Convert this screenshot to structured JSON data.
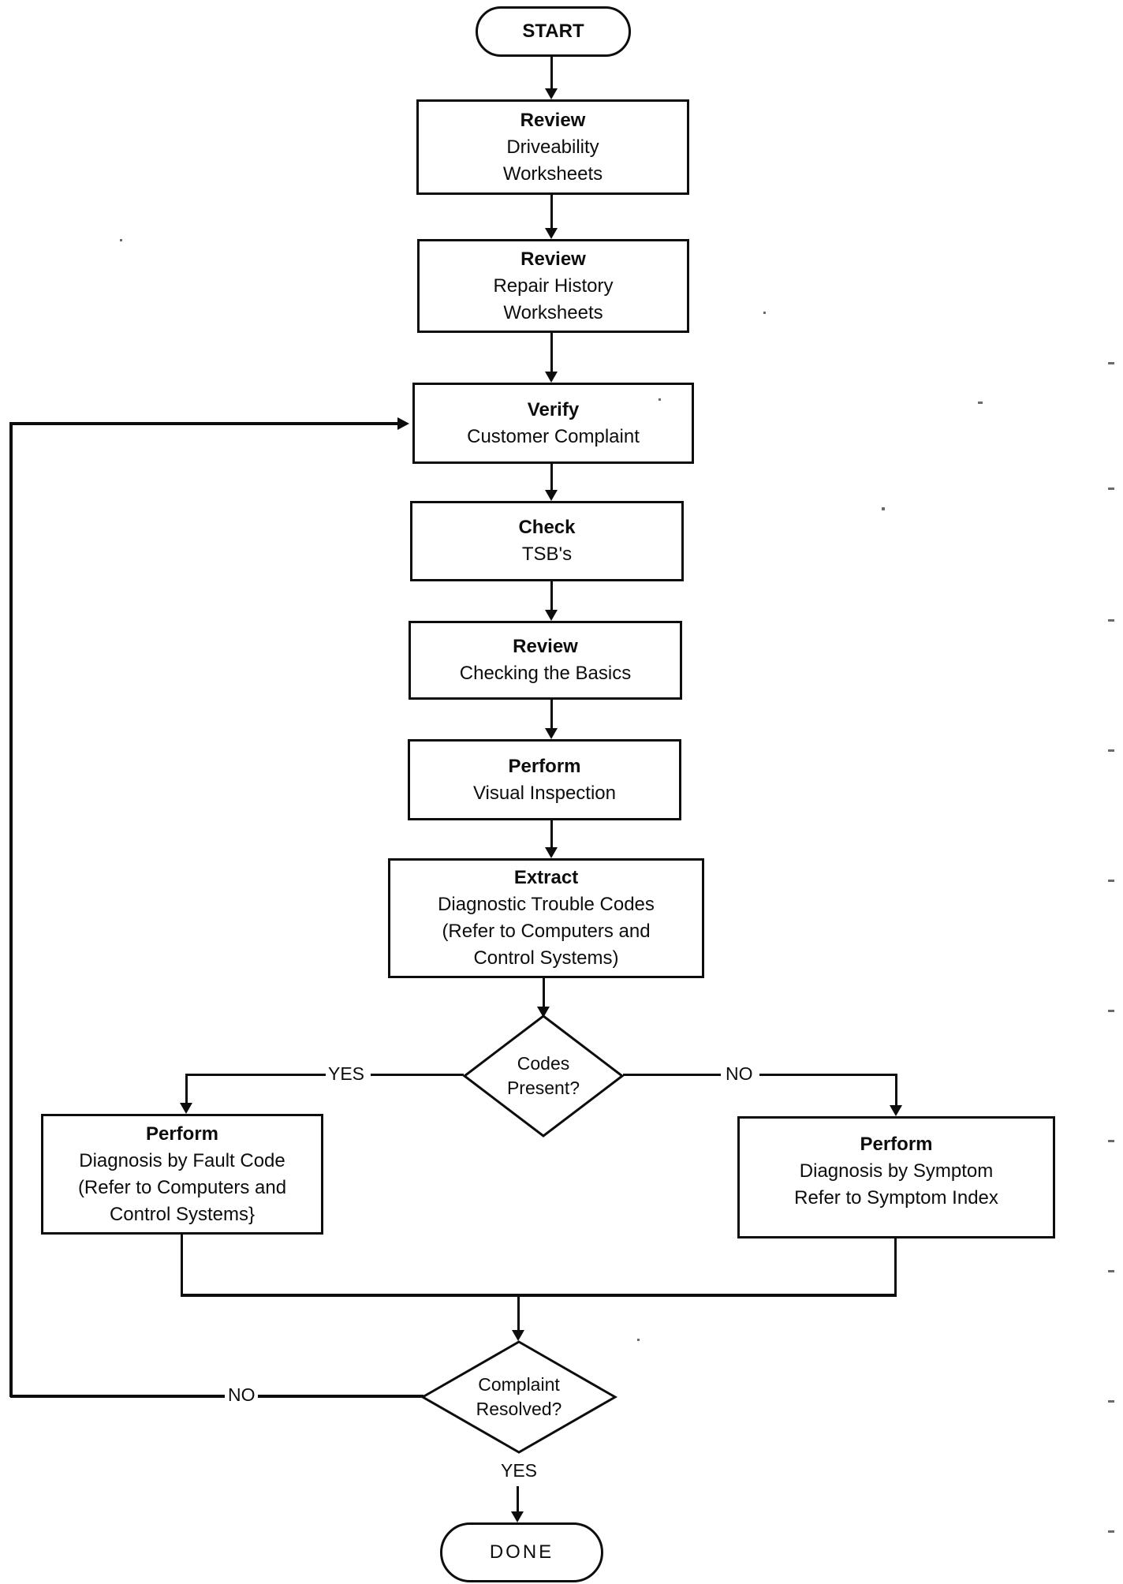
{
  "colors": {
    "line": "#0d0d0d",
    "background": "#ffffff"
  },
  "nodes": {
    "start": "START",
    "done": "DONE",
    "steps": [
      {
        "title": "Review",
        "lines": [
          "Driveability",
          "Worksheets"
        ]
      },
      {
        "title": "Review",
        "lines": [
          "Repair History",
          "Worksheets"
        ]
      },
      {
        "title": "Verify",
        "lines": [
          "Customer Complaint"
        ]
      },
      {
        "title": "Check",
        "lines": [
          "TSB's"
        ]
      },
      {
        "title": "Review",
        "lines": [
          "Checking the Basics"
        ]
      },
      {
        "title": "Perform",
        "lines": [
          "Visual Inspection"
        ]
      },
      {
        "title": "Extract",
        "lines": [
          "Diagnostic Trouble Codes",
          "(Refer to Computers and",
          "Control Systems)"
        ]
      }
    ],
    "fault_code_box": {
      "title": "Perform",
      "lines": [
        "Diagnosis by Fault Code",
        "(Refer to Computers and",
        "Control Systems}"
      ]
    },
    "symptom_box": {
      "title": "Perform",
      "lines": [
        "Diagnosis by Symptom",
        "Refer to Symptom Index"
      ]
    },
    "codes_decision": {
      "lines": [
        "Codes",
        "Present?"
      ]
    },
    "resolved_decision": {
      "lines": [
        "Complaint",
        "Resolved?"
      ]
    }
  },
  "labels": {
    "codes_yes": "YES",
    "codes_no": "NO",
    "resolved_no": "NO",
    "resolved_yes": "YES"
  },
  "specks": [
    [
      152,
      303,
      3,
      3
    ],
    [
      968,
      395,
      3,
      3
    ],
    [
      835,
      505,
      3,
      3
    ],
    [
      1240,
      509,
      6,
      3
    ],
    [
      1405,
      459,
      8,
      3
    ],
    [
      1405,
      618,
      8,
      3
    ],
    [
      1118,
      643,
      4,
      4
    ],
    [
      1405,
      785,
      8,
      3
    ],
    [
      1405,
      950,
      8,
      3
    ],
    [
      1405,
      1115,
      8,
      3
    ],
    [
      1405,
      1280,
      8,
      3
    ],
    [
      1405,
      1445,
      8,
      3
    ],
    [
      1405,
      1610,
      8,
      3
    ],
    [
      808,
      1697,
      3,
      3
    ],
    [
      1405,
      1775,
      8,
      3
    ],
    [
      1405,
      1940,
      8,
      3
    ]
  ]
}
